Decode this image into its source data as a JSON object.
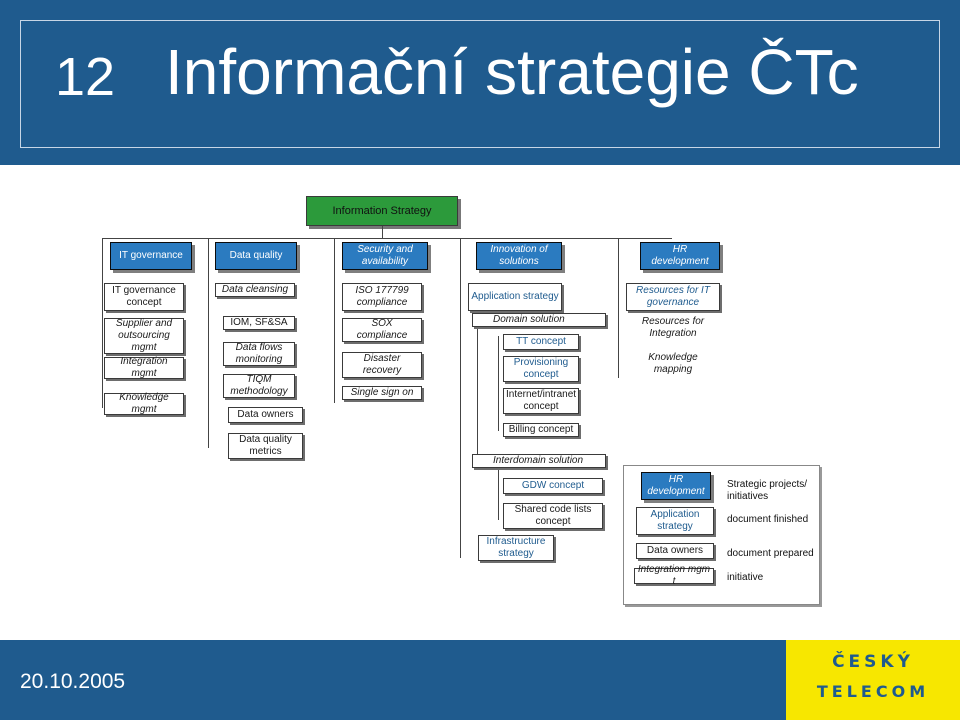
{
  "header": {
    "number": "12",
    "title": "Informační strategie ČTc"
  },
  "footer": {
    "date": "20.10.2005",
    "logo_top": "ČESKÝ",
    "logo_bottom": "TELECOM"
  },
  "root": "Information Strategy",
  "columns": [
    {
      "title": "IT governance",
      "items": [
        "IT governance concept",
        "Supplier and outsourcing mgmt",
        "Integration mgmt",
        "Knowledge mgmt"
      ]
    },
    {
      "title": "Data quality",
      "items": [
        "Data cleansing",
        "IOM, SF&SA",
        "Data flows monitoring",
        "TIQM methodology",
        "Data owners",
        "Data quality metrics"
      ]
    },
    {
      "title": "Security and availability",
      "items": [
        "ISO 177799 compliance",
        "SOX compliance",
        "Disaster recovery",
        "Single sign on"
      ]
    },
    {
      "title": "Innovation of solutions",
      "items": [
        "Application strategy",
        "Domain solution",
        "TT concept",
        "Provisioning concept",
        "Internet/intranet concept",
        "Billing concept",
        "Interdomain solution",
        "GDW concept",
        "Shared code lists concept",
        "Infrastructure strategy"
      ]
    },
    {
      "title": "HR development",
      "items": [
        "Resources for IT governance",
        "Resources for Integration",
        "Knowledge mapping"
      ]
    }
  ],
  "legend": [
    {
      "box": "HR development",
      "text": "Strategic projects/ initiatives"
    },
    {
      "box": "Application strategy",
      "text": "document finished"
    },
    {
      "box": "Data owners",
      "text": "document prepared"
    },
    {
      "box": "Integration mgm t",
      "text": "initiative"
    }
  ]
}
